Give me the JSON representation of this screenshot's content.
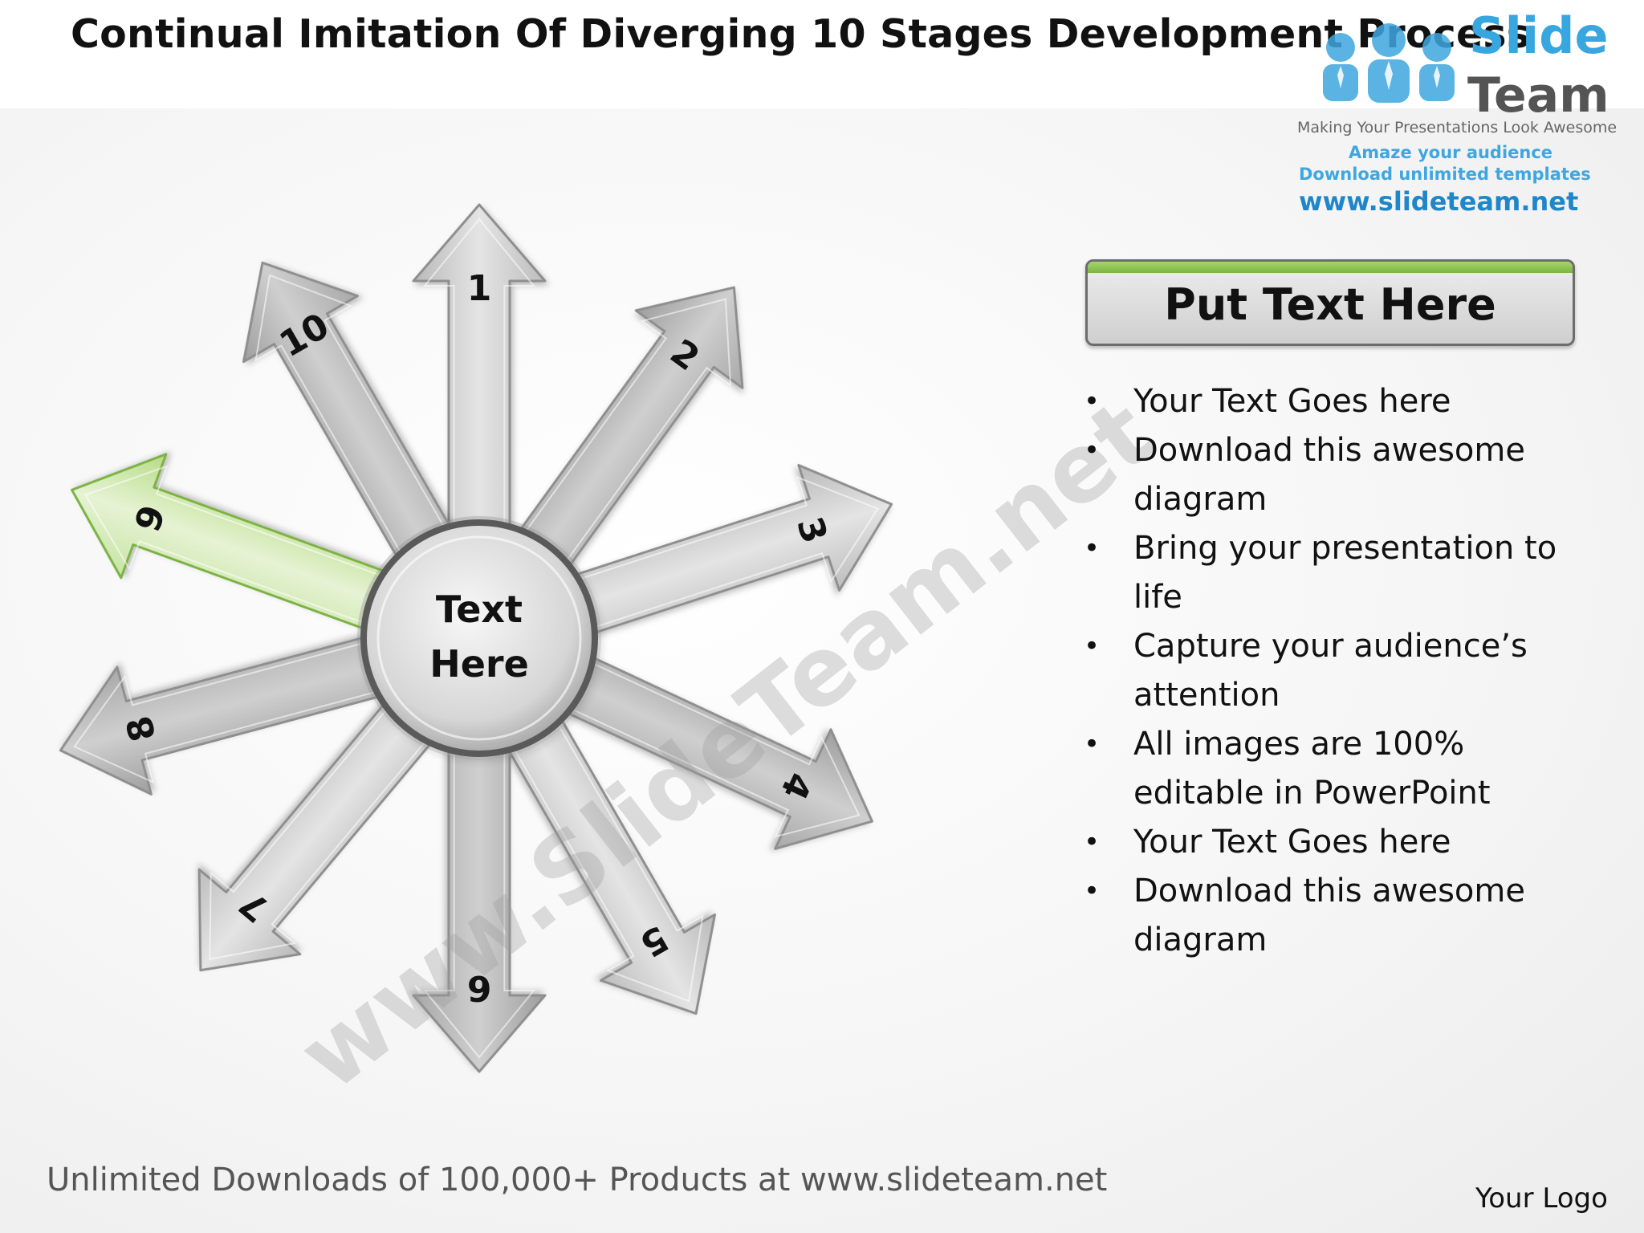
{
  "header": {
    "title": "Continual Imitation Of Diverging 10 Stages Development Process"
  },
  "branding": {
    "word1": "Slide",
    "word2": "Team",
    "tagline": "Making Your Presentations Look Awesome",
    "line1": "Amaze your audience",
    "line2": "Download unlimited templates",
    "url": "www.slideteam.net",
    "watermark": "www.SlideTeam.net",
    "accent_color": "#38a7e0"
  },
  "diagram": {
    "center_label_line1": "Text",
    "center_label_line2": "Here",
    "highlight_color": "#a7d56b",
    "arrow_color": "#c9c9c9",
    "arrows": [
      {
        "label": "1",
        "angle": 0,
        "highlighted": false
      },
      {
        "label": "2",
        "angle": 36,
        "highlighted": false
      },
      {
        "label": "3",
        "angle": 72,
        "highlighted": false
      },
      {
        "label": "4",
        "angle": 115,
        "highlighted": false
      },
      {
        "label": "5",
        "angle": 150,
        "highlighted": false
      },
      {
        "label": "6",
        "angle": 180,
        "highlighted": false
      },
      {
        "label": "7",
        "angle": 220,
        "highlighted": false
      },
      {
        "label": "8",
        "angle": 255,
        "highlighted": false
      },
      {
        "label": "9",
        "angle": 290,
        "highlighted": true
      },
      {
        "label": "10",
        "angle": 330,
        "highlighted": false
      }
    ]
  },
  "panel": {
    "heading": "Put Text Here",
    "bullets": [
      "Your Text Goes here",
      "Download this awesome diagram",
      "Bring your presentation to life",
      "Capture your audience’s attention",
      "All images are 100% editable in PowerPoint",
      "Your Text Goes here",
      "Download this awesome diagram"
    ],
    "bullet_glyph": "•"
  },
  "footer": {
    "text": "Unlimited Downloads of 100,000+ Products at www.slideteam.net",
    "logo_placeholder": "Your Logo"
  }
}
